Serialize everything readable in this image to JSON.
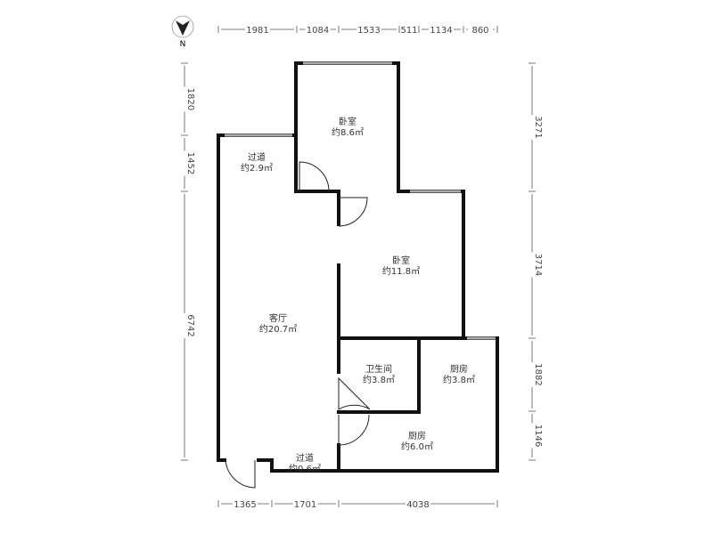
{
  "compass": {
    "label": "N"
  },
  "dimensions": {
    "top": [
      "1981",
      "1084",
      "1533",
      "511",
      "1134",
      "860"
    ],
    "bottom": [
      "1365",
      "1701",
      "4038"
    ],
    "left": [
      "1820",
      "1452",
      "6742"
    ],
    "right": [
      "3271",
      "3714",
      "1882",
      "1146"
    ]
  },
  "rooms": [
    {
      "name": "卧室",
      "area": "约8.6㎡"
    },
    {
      "name": "过道",
      "area": "约2.9㎡"
    },
    {
      "name": "卧室",
      "area": "约11.8㎡"
    },
    {
      "name": "客厅",
      "area": "约20.7㎡"
    },
    {
      "name": "卫生间",
      "area": "约3.8㎡"
    },
    {
      "name": "厨房",
      "area": "约3.8㎡"
    },
    {
      "name": "厨房",
      "area": "约6.0㎡"
    },
    {
      "name": "过道",
      "area": "约0.6㎡"
    }
  ]
}
